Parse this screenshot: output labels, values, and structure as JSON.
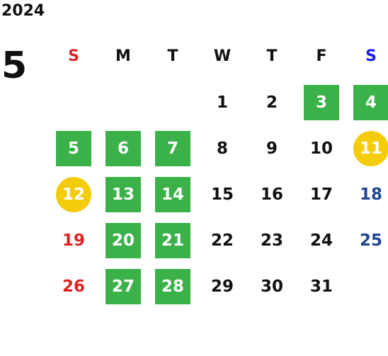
{
  "calendar": {
    "year": "2024",
    "month": "5",
    "weekdays": [
      "S",
      "M",
      "T",
      "W",
      "T",
      "F",
      "S"
    ],
    "colors": {
      "green_holiday": "#3bb14a",
      "yellow_highlight": "#f4cc0c",
      "sunday_red": "#dd2222",
      "saturday_blue": "#1f4591",
      "saturday_header_blue": "#1a1adf",
      "text_black": "#111111"
    },
    "weeks": [
      [
        "",
        "",
        "",
        "1",
        "2",
        "3",
        "4"
      ],
      [
        "5",
        "6",
        "7",
        "8",
        "9",
        "10",
        "11"
      ],
      [
        "12",
        "13",
        "14",
        "15",
        "16",
        "17",
        "18"
      ],
      [
        "19",
        "20",
        "21",
        "22",
        "23",
        "24",
        "25"
      ],
      [
        "26",
        "27",
        "28",
        "29",
        "30",
        "31",
        ""
      ]
    ],
    "styles": [
      [
        "none",
        "none",
        "none",
        "plain",
        "plain",
        "green",
        "green"
      ],
      [
        "green",
        "green",
        "green",
        "plain",
        "plain",
        "plain",
        "gold"
      ],
      [
        "gold",
        "green",
        "green",
        "plain",
        "plain",
        "plain",
        "blue"
      ],
      [
        "red",
        "green",
        "green",
        "plain",
        "plain",
        "plain",
        "blue"
      ],
      [
        "red",
        "green",
        "green",
        "plain",
        "plain",
        "plain",
        "none"
      ]
    ]
  }
}
